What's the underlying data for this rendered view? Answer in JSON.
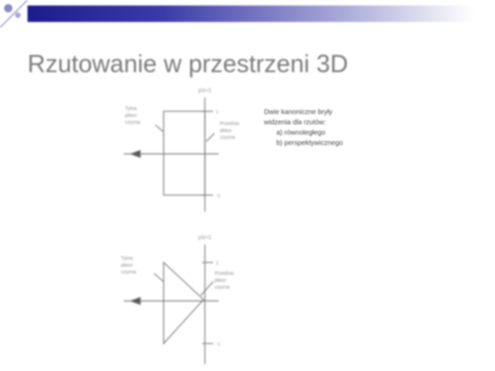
{
  "slide": {
    "title": "Rzutowanie w przestrzeni 3D"
  },
  "note": {
    "lines": [
      "Dwie kanoniczne bryły",
      "widzenia dla rzutów:"
    ],
    "items": [
      "a) równoległego",
      "b) perspektywicznego"
    ]
  },
  "diagram_parallel": {
    "axis_label": "y/z=1",
    "left_label": [
      "Tylna",
      "płasz-",
      "czyzna"
    ],
    "right_label": [
      "Przednia",
      "płasz-",
      "czyzna"
    ],
    "tick_top": "1",
    "tick_bottom": "-1"
  },
  "diagram_perspective": {
    "axis_label": "y/z=1",
    "left_label": [
      "Tylna",
      "płasz-",
      "czyzna"
    ],
    "right_label": [
      "Przednia",
      "płasz-",
      "czyzna"
    ],
    "tick_top": "1",
    "tick_bottom": "-1"
  },
  "colors": {
    "title_bar": "#1c1c8c",
    "title_text": "#7a7a7a",
    "line": "#7a7a7a"
  }
}
